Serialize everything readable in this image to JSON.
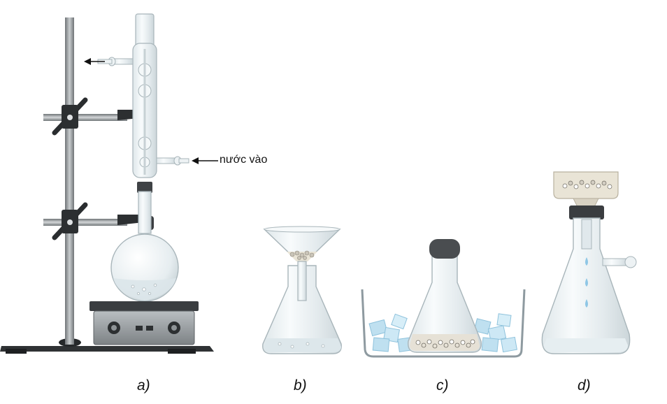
{
  "annotations": {
    "water_in": "nước vào"
  },
  "figures": [
    {
      "id": "a",
      "label": "a)"
    },
    {
      "id": "b",
      "label": "b)"
    },
    {
      "id": "c",
      "label": "c)"
    },
    {
      "id": "d",
      "label": "d)"
    }
  ],
  "colors": {
    "glass_fill": "#eef3f5",
    "glass_stroke": "#a8b5ba",
    "metal_dark": "#2c2f31",
    "metal_mid": "#8e9396",
    "rubber_stopper": "#3f4245",
    "ice_blue": "#bfe0f0",
    "crystal_grey": "#c9c4b8",
    "filter_paper": "#e9e4d6",
    "water_drop": "#8fc7e6"
  },
  "icons": [
    "arrow-left-icon"
  ]
}
